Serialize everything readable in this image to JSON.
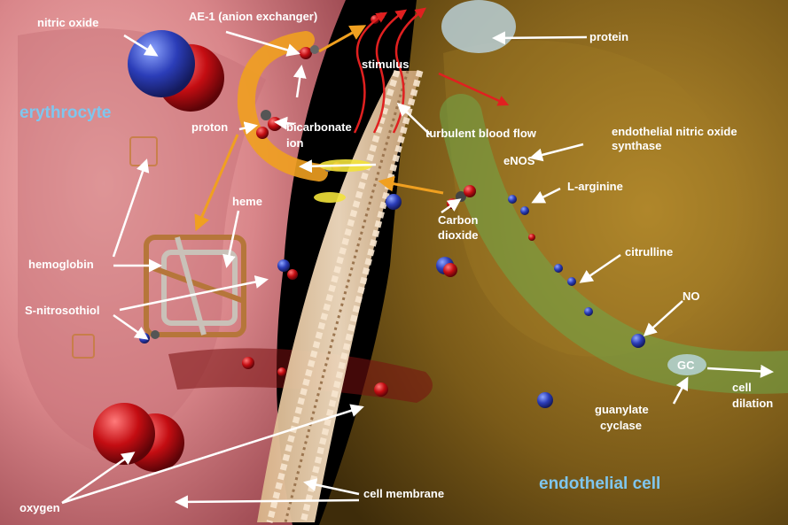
{
  "colors": {
    "region_label": "#7fc6ee",
    "label_text": "#ffffff",
    "erythrocyte": "#d9868a",
    "endothelium": "#8a6d20",
    "membrane": "#e9c9a2",
    "gap": "#000000"
  },
  "regions": {
    "erythrocyte": "erythrocyte",
    "endothelial_cell": "endothelial cell"
  },
  "labels": {
    "nitric_oxide": "nitric oxide",
    "ae1": "AE-1  (anion exchanger)",
    "proton": "proton",
    "bicarbonate_1": "bicarbonate",
    "bicarbonate_2": "ion",
    "stimulus": "stimulus",
    "protein": "protein",
    "turbulent_blood_flow": "turbulent blood flow",
    "enos_desc_1": "endothelial nitric oxide",
    "enos_desc_2": "synthase",
    "enos": "eNOS",
    "l_arginine": "L-arginine",
    "heme": "heme",
    "carbon_dioxide_1": "Carbon",
    "carbon_dioxide_2": "dioxide",
    "hemoglobin": "hemoglobin",
    "citrulline": "citrulline",
    "s_nitrosothiol": "S-nitrosothiol",
    "no": "NO",
    "gc": "GC",
    "cell_dilation_1": "cell",
    "cell_dilation_2": "dilation",
    "guanylate_cyclase_1": "guanylate",
    "guanylate_cyclase_2": "cyclase",
    "oxygen": "oxygen",
    "cell_membrane": "cell membrane"
  }
}
